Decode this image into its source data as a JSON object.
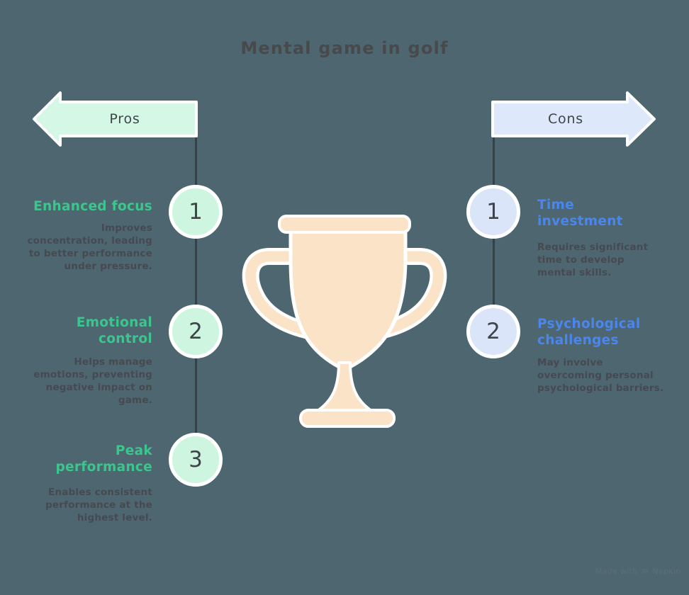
{
  "title": "Mental game in golf",
  "pros": {
    "arrow_label": "Pros",
    "items": [
      {
        "num": "1",
        "heading": "Enhanced focus",
        "desc": "Improves\nconcentration, leading\nto better performance\nunder pressure."
      },
      {
        "num": "2",
        "heading": "Emotional\ncontrol",
        "desc": "Helps manage\nemotions, preventing\nnegative impact on\ngame."
      },
      {
        "num": "3",
        "heading": "Peak\nperformance",
        "desc": "Enables consistent\nperformance at the\nhighest level."
      }
    ]
  },
  "cons": {
    "arrow_label": "Cons",
    "items": [
      {
        "num": "1",
        "heading": "Time\ninvestment",
        "desc": "Requires significant\ntime to develop\nmental skills."
      },
      {
        "num": "2",
        "heading": "Psychological\nchallenges",
        "desc": "May involve\novercoming personal\npsychological barriers."
      }
    ]
  },
  "center_icon": "trophy-icon",
  "watermark": {
    "prefix": "Made with",
    "logo_icon": "napkin-logo-icon",
    "logo_glyph": "≫",
    "brand": "Napkin"
  },
  "colors": {
    "background": "#4d6670",
    "pros_accent": "#3cc68d",
    "cons_accent": "#4a86ec",
    "pros_fill": "#d4f7e6",
    "pros_circle_fill": "#cdf5e0",
    "cons_fill": "#dde8fb",
    "cons_circle_fill": "#dae5fa",
    "trophy_fill": "#fbe3c8",
    "outline_white": "#ffffff",
    "dark_text": "#464a50",
    "title_text": "#48494b",
    "connector_line": "#3a3f45"
  }
}
